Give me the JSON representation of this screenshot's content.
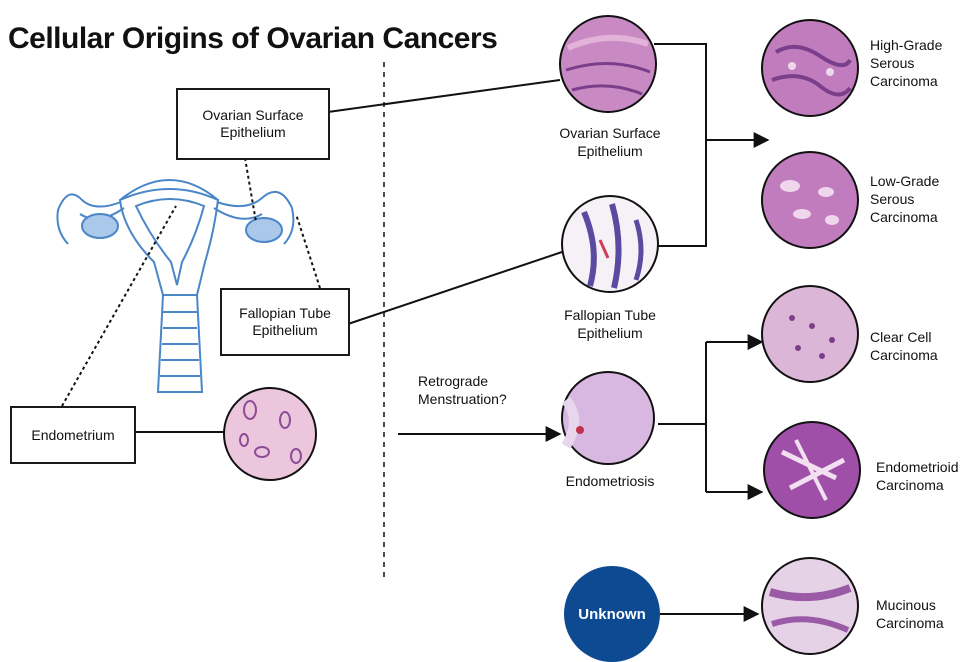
{
  "title": "Cellular Origins of Ovarian Cancers",
  "left": {
    "ovarian_box": [
      "Ovarian Surface",
      "Epithelium"
    ],
    "fallopian_box": [
      "Fallopian Tube",
      "Epithelium"
    ],
    "endometrium_box": "Endometrium"
  },
  "middle": {
    "ovarian_caption": [
      "Ovarian Surface",
      "Epithelium"
    ],
    "fallopian_caption": [
      "Fallopian Tube",
      "Epithelium"
    ],
    "retrograde": [
      "Retrograde",
      "Menstruation?"
    ],
    "endometriosis_caption": "Endometriosis",
    "unknown": "Unknown"
  },
  "outcomes": {
    "high_grade": [
      "High-Grade",
      "Serous",
      "Carcinoma"
    ],
    "low_grade": [
      "Low-Grade",
      "Serous",
      "Carcinoma"
    ],
    "clear_cell": [
      "Clear Cell",
      "Carcinoma"
    ],
    "endometrioid": [
      "Endometrioid",
      "Carcinoma"
    ],
    "mucinous": [
      "Mucinous",
      "Carcinoma"
    ]
  },
  "colors": {
    "uterus_stroke": "#4a86c8",
    "uterus_fill": "#a9c8ea",
    "tissue_pink": "#e9c3dd",
    "tissue_purple": "#8f4c96",
    "unknown_fill": "#0d4a92"
  }
}
